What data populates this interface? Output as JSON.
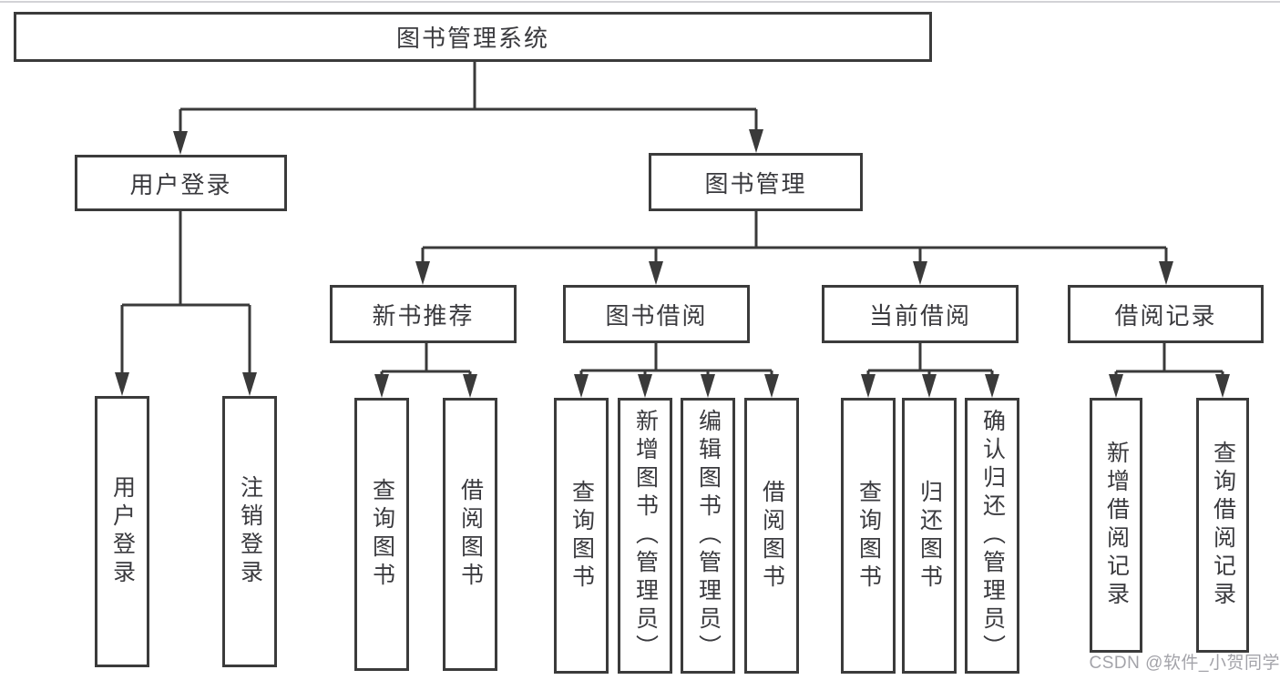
{
  "diagram": {
    "title": "图书管理系统",
    "root": {
      "label": "图书管理系统"
    },
    "branches": [
      {
        "label": "用户登录",
        "children": [
          {
            "label": "用户登录"
          },
          {
            "label": "注销登录"
          }
        ]
      },
      {
        "label": "图书管理",
        "groups": [
          {
            "label": "新书推荐",
            "children": [
              {
                "label": "查询图书"
              },
              {
                "label": "借阅图书"
              }
            ]
          },
          {
            "label": "图书借阅",
            "children": [
              {
                "label": "查询图书"
              },
              {
                "label": "新增图书（管理员）"
              },
              {
                "label": "编辑图书（管理员）"
              },
              {
                "label": "借阅图书"
              }
            ]
          },
          {
            "label": "当前借阅",
            "children": [
              {
                "label": "查询图书"
              },
              {
                "label": "归还图书"
              },
              {
                "label": "确认归还（管理员）"
              }
            ]
          },
          {
            "label": "借阅记录",
            "children": [
              {
                "label": "新增借阅记录"
              },
              {
                "label": "查询借阅记录"
              }
            ]
          }
        ]
      }
    ],
    "colors": {
      "line": "#3a3a3a",
      "text": "#3a3a3e",
      "watermark": "#9e9ea4"
    }
  },
  "watermark": {
    "text": "CSDN @软件_小贺同学"
  }
}
